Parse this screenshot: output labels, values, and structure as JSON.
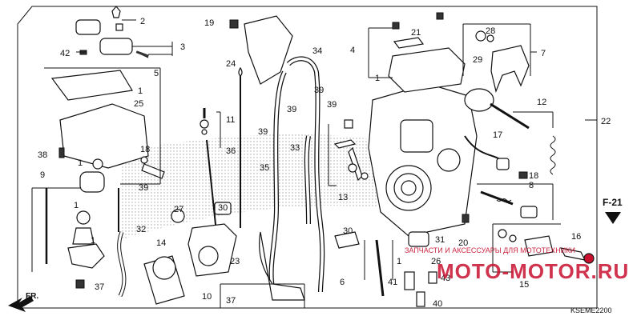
{
  "diagram": {
    "code": "KSEME2200",
    "reference": "F-21",
    "front_label": "FR.",
    "watermark": {
      "text": "ЗАПЧАСТИ И АКСЕССУАРЫ ДЛЯ МОТОТЕХНИКИ",
      "logo": "MOTO-MOTOR.RU"
    },
    "callouts": [
      {
        "id": "c1",
        "label": "1"
      },
      {
        "id": "c2",
        "label": "2"
      },
      {
        "id": "c3",
        "label": "3"
      },
      {
        "id": "c4",
        "label": "4"
      },
      {
        "id": "c5",
        "label": "5"
      },
      {
        "id": "c6",
        "label": "6"
      },
      {
        "id": "c7",
        "label": "7"
      },
      {
        "id": "c8",
        "label": "8"
      },
      {
        "id": "c9",
        "label": "9"
      },
      {
        "id": "c10",
        "label": "10"
      },
      {
        "id": "c11",
        "label": "11"
      },
      {
        "id": "c12",
        "label": "12"
      },
      {
        "id": "c13",
        "label": "13"
      },
      {
        "id": "c14",
        "label": "14"
      },
      {
        "id": "c15",
        "label": "15"
      },
      {
        "id": "c16",
        "label": "16"
      },
      {
        "id": "c17",
        "label": "17"
      },
      {
        "id": "c18",
        "label": "18"
      },
      {
        "id": "c19",
        "label": "19"
      },
      {
        "id": "c20",
        "label": "20"
      },
      {
        "id": "c21",
        "label": "21"
      },
      {
        "id": "c22",
        "label": "22"
      },
      {
        "id": "c23",
        "label": "23"
      },
      {
        "id": "c24",
        "label": "24"
      },
      {
        "id": "c25",
        "label": "25"
      },
      {
        "id": "c26",
        "label": "26"
      },
      {
        "id": "c27",
        "label": "27"
      },
      {
        "id": "c28",
        "label": "28"
      },
      {
        "id": "c29",
        "label": "29"
      },
      {
        "id": "c30",
        "label": "30"
      },
      {
        "id": "c31",
        "label": "31"
      },
      {
        "id": "c32",
        "label": "32"
      },
      {
        "id": "c33",
        "label": "33"
      },
      {
        "id": "c34",
        "label": "34"
      },
      {
        "id": "c35",
        "label": "35"
      },
      {
        "id": "c36",
        "label": "36"
      },
      {
        "id": "c37",
        "label": "37"
      },
      {
        "id": "c38",
        "label": "38"
      },
      {
        "id": "c39",
        "label": "39"
      },
      {
        "id": "c40",
        "label": "40"
      },
      {
        "id": "c41",
        "label": "41"
      },
      {
        "id": "c42",
        "label": "42"
      },
      {
        "id": "c43",
        "label": "43"
      }
    ]
  }
}
